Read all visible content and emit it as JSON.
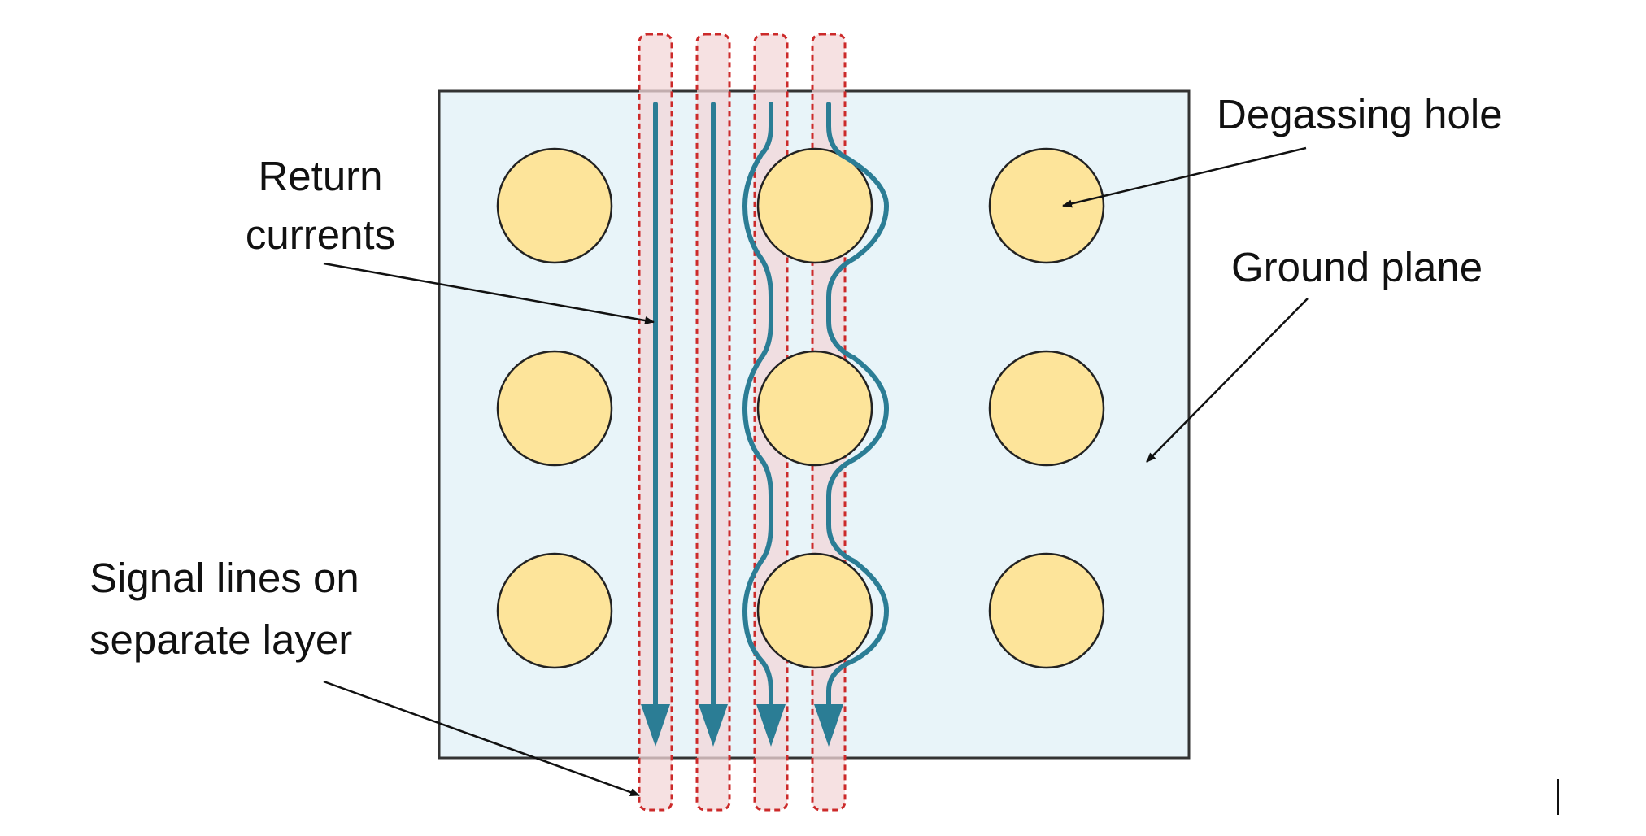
{
  "diagram": {
    "labels": {
      "degassing_hole": "Degassing hole",
      "ground_plane": "Ground plane",
      "return_currents": [
        "Return",
        "currents"
      ],
      "signal_lines": [
        "Signal lines on",
        "separate layer"
      ]
    },
    "colors": {
      "plane_fill": "#e8f4f9",
      "plane_stroke": "#333333",
      "hole_fill": "#fde49a",
      "hole_stroke": "#222222",
      "signal_line_fill": "#f3d7d8",
      "signal_line_stroke": "#cc2a2a",
      "current_stroke": "#2b7d95",
      "arrow_stroke": "#111111"
    }
  }
}
